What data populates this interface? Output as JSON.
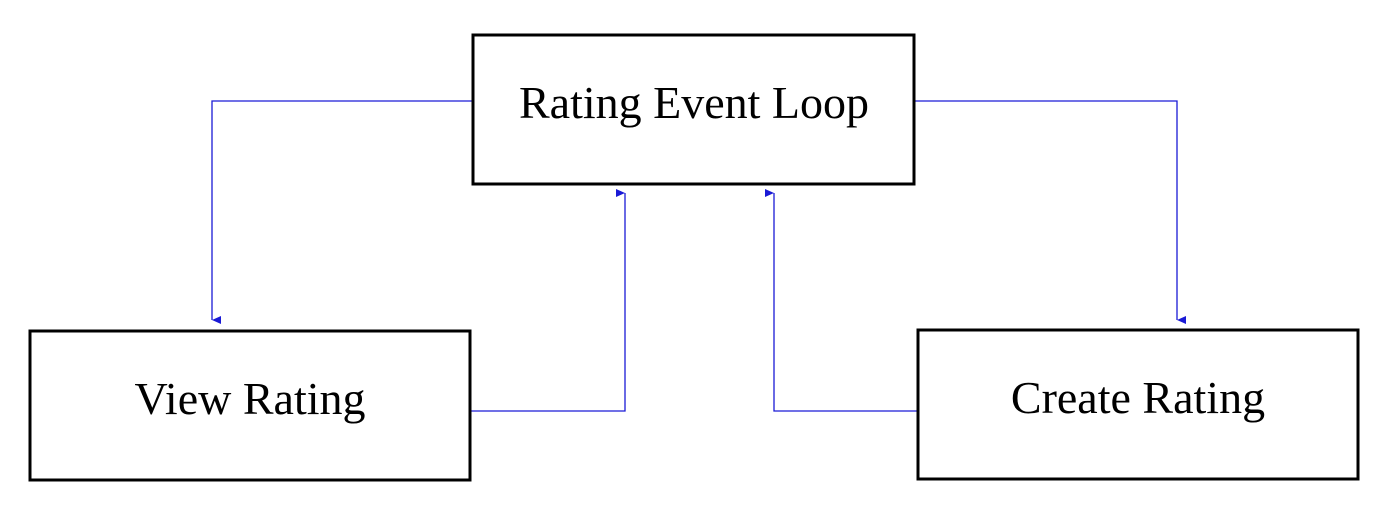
{
  "diagram": {
    "nodes": [
      {
        "id": "loop",
        "label": "Rating Event Loop"
      },
      {
        "id": "view",
        "label": "View Rating"
      },
      {
        "id": "create",
        "label": "Create Rating"
      }
    ],
    "edges": [
      {
        "from": "loop",
        "to": "view"
      },
      {
        "from": "loop",
        "to": "create"
      },
      {
        "from": "view",
        "to": "loop"
      },
      {
        "from": "create",
        "to": "loop"
      }
    ],
    "edge_color": "#1a1ad6"
  }
}
